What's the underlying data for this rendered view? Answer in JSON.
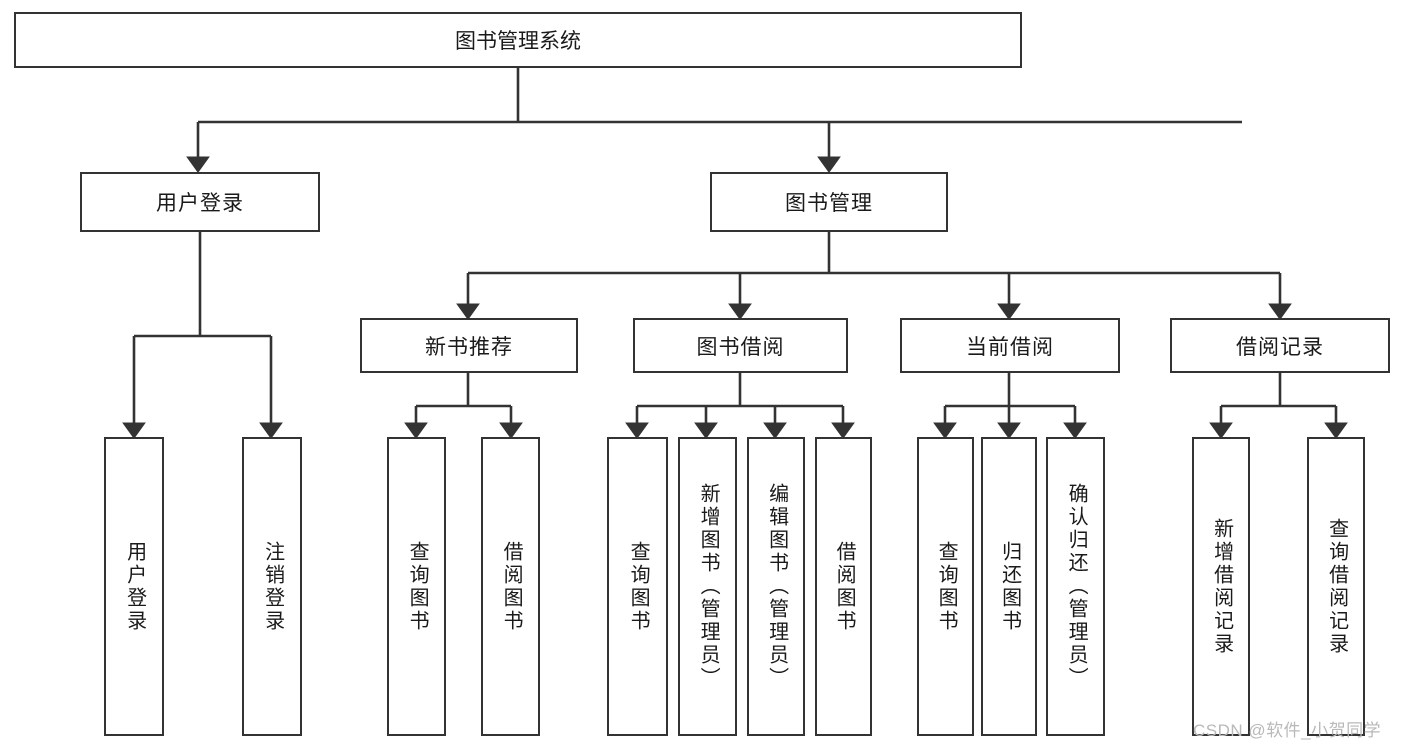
{
  "diagram": {
    "type": "tree",
    "title": "图书管理系统",
    "root": {
      "label": "图书管理系统"
    },
    "level1": [
      {
        "label": "用户登录"
      },
      {
        "label": "图书管理"
      }
    ],
    "level2": [
      {
        "label": "新书推荐"
      },
      {
        "label": "图书借阅"
      },
      {
        "label": "当前借阅"
      },
      {
        "label": "借阅记录"
      }
    ],
    "leaves": {
      "user_login": [
        {
          "label": "用户登录"
        },
        {
          "label": "注销登录"
        }
      ],
      "new_book_recommend": [
        {
          "label": "查询图书"
        },
        {
          "label": "借阅图书"
        }
      ],
      "book_borrow": [
        {
          "label": "查询图书"
        },
        {
          "label": "新增图书（管理员）"
        },
        {
          "label": "编辑图书（管理员）"
        },
        {
          "label": "借阅图书"
        }
      ],
      "current_borrow": [
        {
          "label": "查询图书"
        },
        {
          "label": "归还图书"
        },
        {
          "label": "确认归还（管理员）"
        }
      ],
      "borrow_record": [
        {
          "label": "新增借阅记录"
        },
        {
          "label": "查询借阅记录"
        }
      ]
    }
  },
  "watermark": {
    "text": "CSDN @软件_小贺同学"
  },
  "colors": {
    "border": "#333333",
    "background": "#ffffff",
    "text": "#1a1a1a",
    "watermark": "#b9b9b9"
  }
}
